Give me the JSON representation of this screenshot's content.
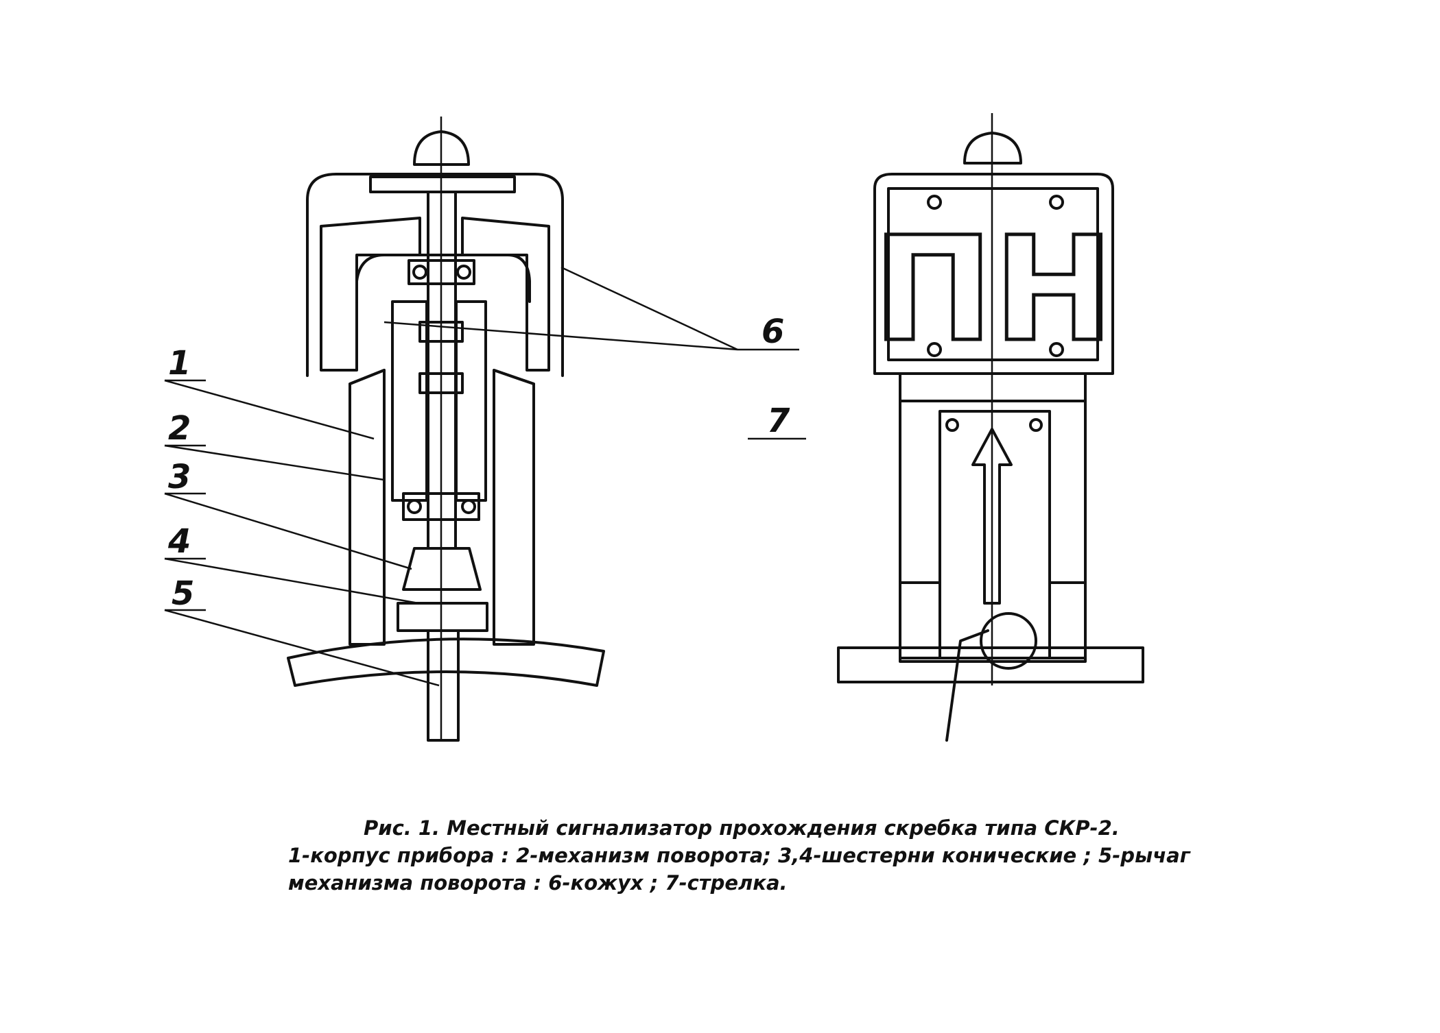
{
  "figure": {
    "labels": [
      "1",
      "2",
      "3",
      "4",
      "5",
      "6",
      "7"
    ],
    "front_plate_text": "ПН",
    "caption": {
      "title": "Рис. 1.  Местный  сигнализатор  прохождения  скребка  типа  СКР-2.",
      "line1": "1-корпус прибора : 2-механизм поворота; 3,4-шестерни конические ; 5-рычаг",
      "line2": "механизма поворота : 6-кожух ; 7-стрелка."
    }
  }
}
